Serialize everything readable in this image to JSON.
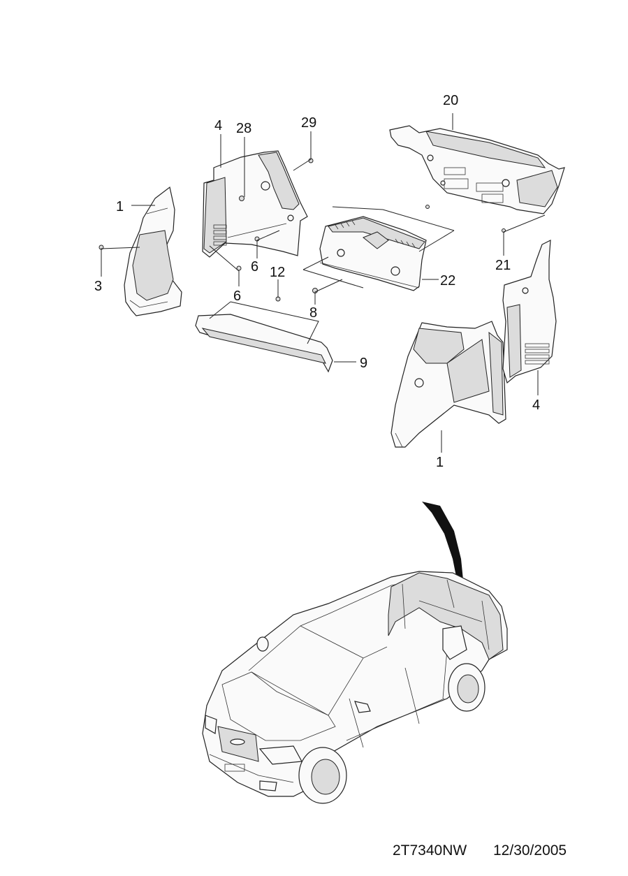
{
  "diagram": {
    "callouts": {
      "c1_left": "1",
      "c1_right": "1",
      "c3": "3",
      "c4_left": "4",
      "c4_right": "4",
      "c6_upper": "6",
      "c6_lower": "6",
      "c8": "8",
      "c9": "9",
      "c12": "12",
      "c20": "20",
      "c21": "21",
      "c22": "22",
      "c28": "28",
      "c29": "29"
    }
  },
  "footer": {
    "drawing_code": "2T7340NW",
    "date": "12/30/2005"
  }
}
